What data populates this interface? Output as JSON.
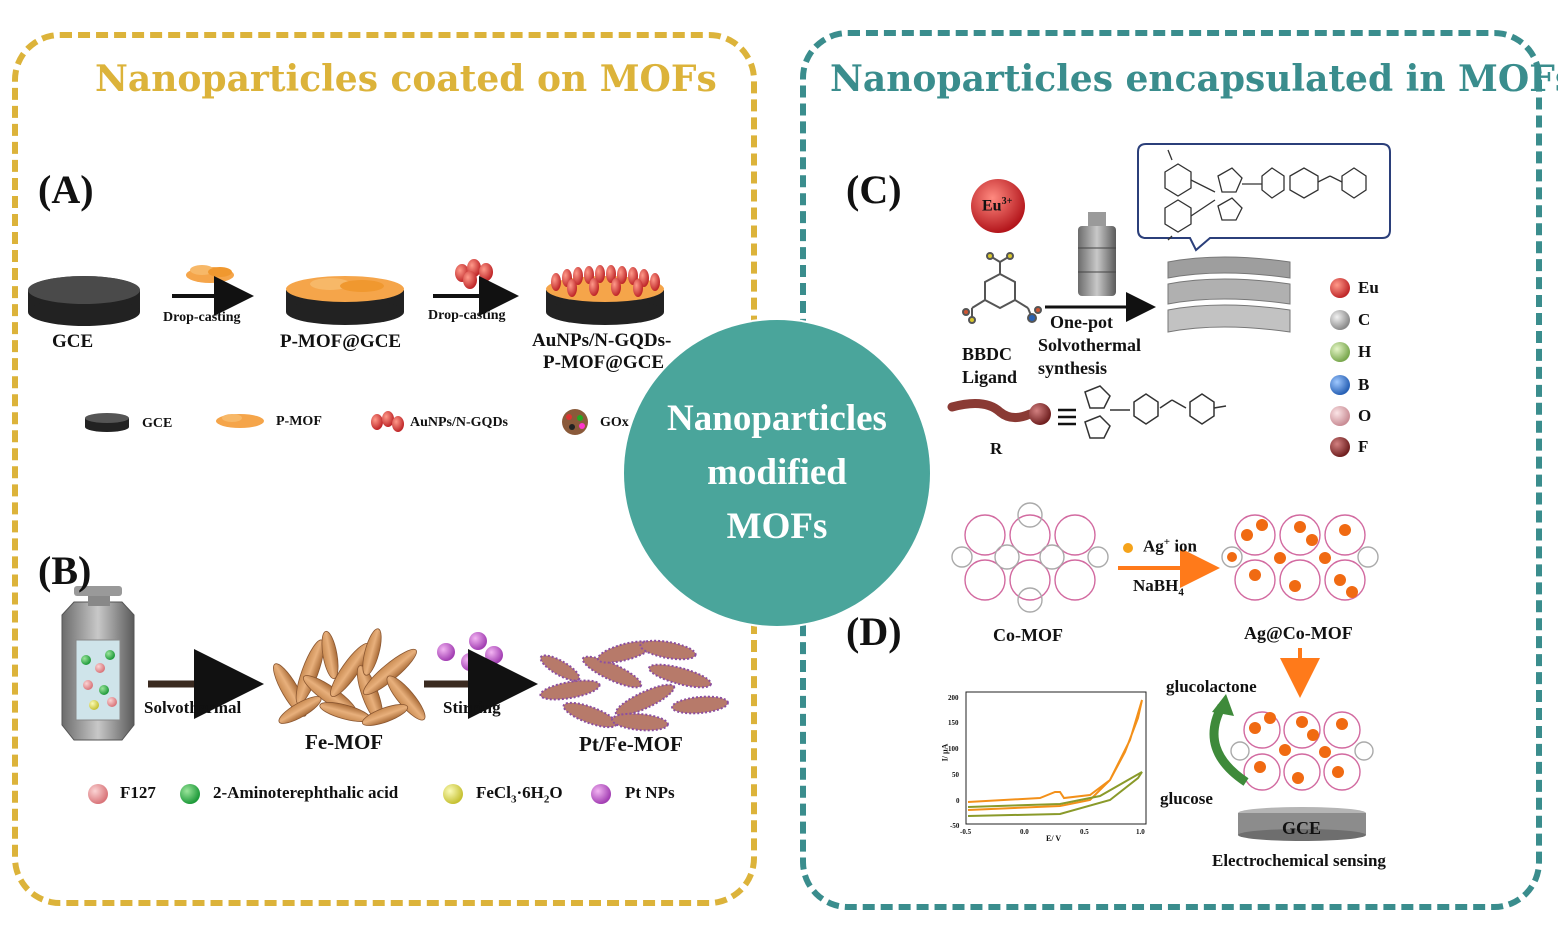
{
  "left_title": "Nanoparticles coated on MOFs",
  "right_title": "Nanoparticles encapsulated in MOFs",
  "center": {
    "line1": "Nanoparticles",
    "line2": "modified",
    "line3": "MOFs"
  },
  "colors": {
    "left_accent": "#dcb33a",
    "right_accent": "#3a8d8d",
    "center_fill": "#4aa59b"
  },
  "panel_a": {
    "letter": "(A)",
    "steps": [
      "GCE",
      "P-MOF@GCE",
      "AuNPs/N-GQDs-",
      "P-MOF@GCE"
    ],
    "arrow1": "Drop-casting",
    "arrow2": "Drop-casting",
    "legend": [
      "GCE",
      "P-MOF",
      "AuNPs/N-GQDs",
      "GOx"
    ]
  },
  "panel_b": {
    "letter": "(B)",
    "arrow1": "Solvothermal",
    "arrow2": "Stirring",
    "product1": "Fe-MOF",
    "product2": "Pt/Fe-MOF",
    "legend": [
      "F127",
      "2-Aminoterephthalic acid",
      "FeCl",
      "3",
      "·6H",
      "2",
      "O",
      "Pt NPs"
    ]
  },
  "panel_c": {
    "letter": "(C)",
    "ion": "Eu",
    "ion_charge": "3+",
    "ligand": [
      "BBDC",
      "Ligand"
    ],
    "process": [
      "One-pot",
      "Solvothermal",
      "synthesis"
    ],
    "r_label": "R",
    "legend": [
      "Eu",
      "C",
      "H",
      "B",
      "O",
      "F"
    ]
  },
  "panel_d": {
    "letter": "(D)",
    "reactant": "Co-MOF",
    "reagent_top": "Ag",
    "reagent_top_sup": "+",
    "reagent_top_rest": " ion",
    "reagent_bottom": "NaBH",
    "reagent_bottom_sub": "4",
    "product": "Ag@Co-MOF",
    "product_out": "glucolactone",
    "substrate": "glucose",
    "electrode": "GCE",
    "caption": "Electrochemical sensing",
    "cv": {
      "ylabel": "I/ μA",
      "xlabel": "E/ V",
      "yticks": [
        "200",
        "150",
        "100",
        "50",
        "0",
        "-50"
      ],
      "xticks": [
        "-0.5",
        "0.0",
        "0.5",
        "1.0"
      ]
    }
  }
}
